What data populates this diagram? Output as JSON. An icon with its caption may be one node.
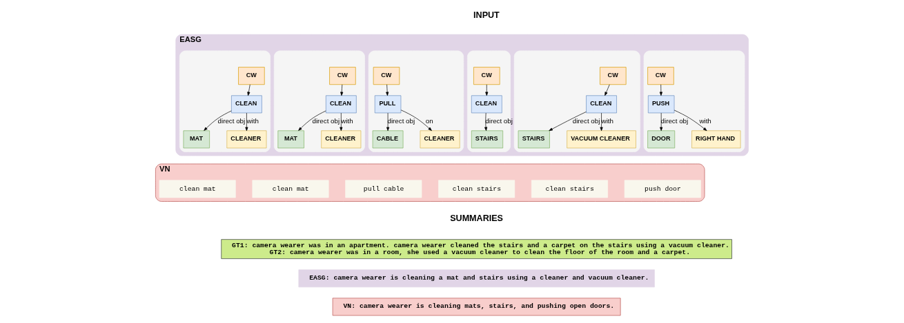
{
  "diagram": {
    "nodes": [
      {
        "text": [
          "EASG"
        ]
      },
      {
        "text": [],
        "shape": "box",
        "in": 0
      },
      {
        "text": [
          "CW"
        ],
        "in": 1
      },
      {
        "text": [
          "CLEAN"
        ],
        "in": 1
      },
      {
        "text": [
          "MAT"
        ],
        "in": 1
      },
      {
        "text": [
          "CLEANER"
        ],
        "in": 1
      },
      {
        "text": [],
        "shape": "box",
        "in": 0
      },
      {
        "text": [
          "CW"
        ],
        "in": 6
      },
      {
        "text": [
          "CLEAN"
        ],
        "in": 6
      },
      {
        "text": [
          "MAT"
        ],
        "in": 6
      },
      {
        "text": [
          "CLEANER"
        ],
        "in": 6
      },
      {
        "text": [],
        "shape": "box",
        "in": 0
      },
      {
        "text": [
          "CW"
        ],
        "in": 11
      },
      {
        "text": [
          "PULL"
        ],
        "in": 11
      },
      {
        "text": [
          "CABLE"
        ],
        "in": 11
      },
      {
        "text": [
          "CLEANER"
        ],
        "in": 11
      },
      {
        "text": [],
        "shape": "box",
        "in": 0
      },
      {
        "text": [
          "CW"
        ],
        "in": 16
      },
      {
        "text": [
          "CLEAN"
        ],
        "in": 16
      },
      {
        "text": [
          "STAIRS"
        ],
        "in": 16
      },
      {
        "text": [],
        "shape": "box",
        "in": 0
      },
      {
        "text": [
          "CW"
        ],
        "in": 20
      },
      {
        "text": [
          "CLEAN"
        ],
        "in": 20
      },
      {
        "text": [
          "STAIRS"
        ],
        "in": 20
      },
      {
        "text": [
          "VACUUM CLEANER"
        ],
        "in": 20
      },
      {
        "text": [],
        "shape": "box",
        "in": 0
      },
      {
        "text": [
          "CW"
        ],
        "in": 25
      },
      {
        "text": [
          "PUSH"
        ],
        "in": 25
      },
      {
        "text": [
          "DOOR"
        ],
        "in": 25
      },
      {
        "text": [
          "RIGHT HAND"
        ],
        "in": 25
      },
      {
        "text": [
          "VN"
        ]
      },
      {
        "text": [
          "clean mat"
        ],
        "in": 30
      },
      {
        "text": [
          "clean mat"
        ],
        "in": 30
      },
      {
        "text": [
          "pull cable"
        ],
        "in": 30
      },
      {
        "text": [
          "clean stairs"
        ],
        "in": 30
      },
      {
        "text": [
          "clean stairs"
        ],
        "in": 30
      },
      {
        "text": [
          "push door"
        ],
        "in": 30
      },
      {
        "text": [
          "GT1: camera wearer was in an apartment. camera wearer cleaned the stairs and a carpet on the stairs using a vacuum cleaner.",
          "GT2: camera wearer was in a room, she used a vacuum cleaner to clean the floor of the room and a carpet."
        ]
      },
      {
        "text": [
          "EASG: camera wearer is cleaning a mat and stairs using a cleaner and vacuum cleaner."
        ]
      },
      {
        "text": [
          "VN: camera wearer is cleaning mats, stairs, and pushing open doors."
        ]
      }
    ],
    "edges": [
      {
        "from": 2,
        "to": 3,
        "arrow": "to"
      },
      {
        "from": 3,
        "to": 4,
        "arrow": "to",
        "label": "direct obj"
      },
      {
        "from": 3,
        "to": 5,
        "arrow": "to",
        "label": "with"
      },
      {
        "from": 7,
        "to": 8,
        "arrow": "to"
      },
      {
        "from": 8,
        "to": 9,
        "arrow": "to",
        "label": "direct obj"
      },
      {
        "from": 8,
        "to": 10,
        "arrow": "to",
        "label": "with"
      },
      {
        "from": 12,
        "to": 13,
        "arrow": "to"
      },
      {
        "from": 13,
        "to": 14,
        "arrow": "to",
        "label": "direct obj"
      },
      {
        "from": 13,
        "to": 15,
        "arrow": "to",
        "label": "on"
      },
      {
        "from": 17,
        "to": 18,
        "arrow": "to"
      },
      {
        "from": 18,
        "to": 19,
        "arrow": "to",
        "label": "direct obj"
      },
      {
        "from": 21,
        "to": 22,
        "arrow": "to"
      },
      {
        "from": 22,
        "to": 23,
        "arrow": "to",
        "label": "direct obj"
      },
      {
        "from": 22,
        "to": 24,
        "arrow": "to",
        "label": "with"
      },
      {
        "from": 26,
        "to": 27,
        "arrow": "to"
      },
      {
        "from": 27,
        "to": 28,
        "arrow": "to",
        "label": "direct obj"
      },
      {
        "from": 27,
        "to": 29,
        "arrow": "to",
        "label": "with"
      }
    ],
    "labels": [
      "INPUT",
      "SUMMARIES"
    ]
  }
}
